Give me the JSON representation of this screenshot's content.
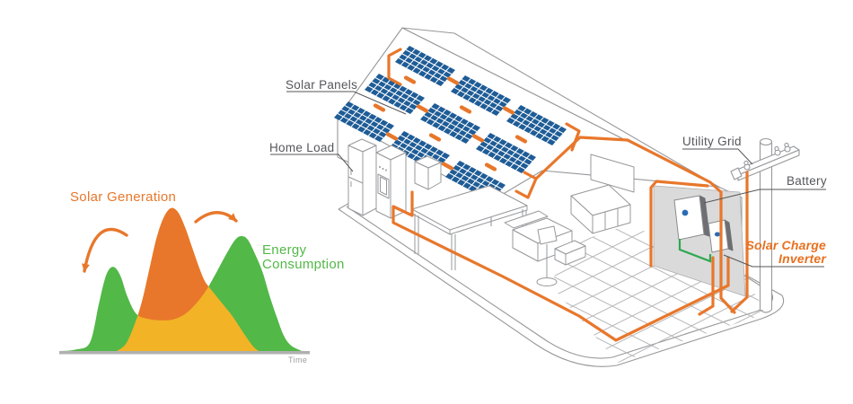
{
  "diagram": {
    "labels": {
      "solar_panels": "Solar Panels",
      "home_load": "Home Load",
      "utility_grid": "Utility Grid",
      "battery": "Battery",
      "solar_charge_inverter": "Solar Charge Inverter"
    },
    "colors": {
      "wiring": "#E8772B",
      "green_wire": "#2FA84F",
      "panel_blue": "#1E5C96",
      "panel_grid": "#FFFFFF",
      "outline_gray": "#97989B",
      "wall_gray": "#DADADA",
      "label_gray": "#55565A",
      "inverter_label_orange": "#E8701F"
    }
  },
  "chart": {
    "labels": {
      "solar_generation": "Solar Generation",
      "energy_consumption": "Energy Consumption",
      "time": "Time"
    },
    "colors": {
      "solar": "#E8772B",
      "consumption": "#52B848",
      "overlap": "#F2B327",
      "axis": "#B0B0B0"
    },
    "chart_data": {
      "type": "area",
      "title": "",
      "xlabel": "Time",
      "ylabel": "",
      "x_range": [
        0,
        100
      ],
      "y_range": [
        0,
        100
      ],
      "grid": false,
      "legend_position": "inline-annotations",
      "annotations": [
        "Solar Generation",
        "Energy Consumption"
      ],
      "series": [
        {
          "name": "Energy Consumption",
          "color": "#52B848",
          "x": [
            0,
            6,
            12,
            15.7,
            18.7,
            21.6,
            24.6,
            27.6,
            31.3,
            36.2,
            41.8,
            46.3,
            50.7,
            54.9,
            59.7,
            64.2,
            68.7,
            72.4,
            75,
            77.6,
            80.6,
            83.6,
            86.6,
            89.6,
            92.5,
            95.5,
            100
          ],
          "values": [
            0,
            1,
            6,
            33,
            53,
            59,
            53,
            38,
            26,
            22.5,
            21.5,
            22,
            25,
            31,
            41,
            54,
            68,
            78,
            80.5,
            78,
            68,
            56,
            39,
            24,
            11,
            4,
            0
          ]
        },
        {
          "name": "Solar Generation",
          "color": "#E8772B",
          "x": [
            23.1,
            26.9,
            30.6,
            33.6,
            36.6,
            39.6,
            42.5,
            45.5,
            48.5,
            51.5,
            54.5,
            57.5,
            59.7,
            61.9,
            64.9,
            67.9,
            70.9,
            73.9,
            76.9,
            79.9,
            82.1
          ],
          "values": [
            0,
            5,
            18.9,
            34.6,
            56.6,
            78.6,
            93,
            100,
            97.5,
            86.8,
            72.3,
            57.9,
            49,
            44,
            37.7,
            31.4,
            25.2,
            17.6,
            10,
            3.1,
            0
          ]
        }
      ],
      "overlap_fill_meaning": "min(solar, consumption) self-consumed energy",
      "overlap_color": "#F2B327"
    }
  }
}
